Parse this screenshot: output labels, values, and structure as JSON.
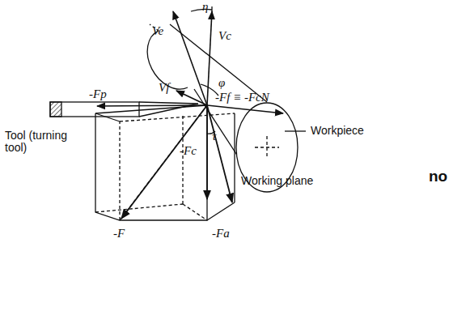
{
  "diagram": {
    "labels": [
      "η",
      "Ve",
      "Vc",
      "Vf",
      "φ",
      "-Fp",
      "-Ff ≡ -FcN",
      "Tool (turning tool)",
      "Workpiece",
      "τ",
      "-Fc",
      "Working plane",
      "-F",
      "-Fa",
      "no"
    ]
  }
}
